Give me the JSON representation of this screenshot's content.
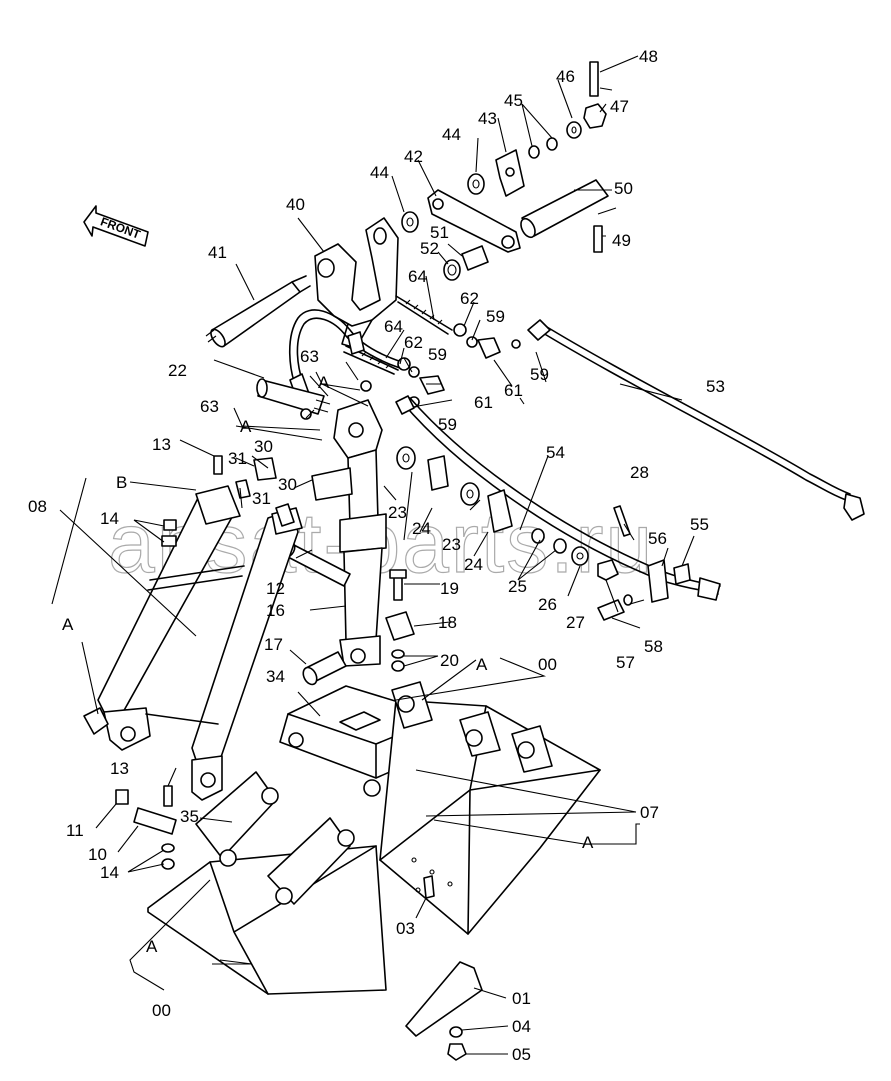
{
  "watermark": "ansat-parts.ru",
  "front_arrow": "FRONT",
  "labels": {
    "p00a": "00",
    "p00b": "00",
    "p01": "01",
    "p03": "03",
    "p04": "04",
    "p05": "05",
    "p07": "07",
    "p08": "08",
    "p10": "10",
    "p11": "11",
    "p12": "12",
    "p13a": "13",
    "p13b": "13",
    "p14a": "14",
    "p14b": "14",
    "p16": "16",
    "p17": "17",
    "p18": "18",
    "p19": "19",
    "p20": "20",
    "p22": "22",
    "p23a": "23",
    "p23b": "23",
    "p24a": "24",
    "p24b": "24",
    "p25": "25",
    "p26": "26",
    "p27": "27",
    "p28": "28",
    "p30a": "30",
    "p30b": "30",
    "p31a": "31",
    "p31b": "31",
    "p34": "34",
    "p35": "35",
    "p40": "40",
    "p41": "41",
    "p42": "42",
    "p43": "43",
    "p44a": "44",
    "p44b": "44",
    "p45": "45",
    "p46": "46",
    "p47": "47",
    "p48": "48",
    "p49": "49",
    "p50": "50",
    "p51": "51",
    "p52": "52",
    "p53": "53",
    "p54": "54",
    "p55": "55",
    "p56": "56",
    "p57": "57",
    "p58": "58",
    "p59a": "59",
    "p59b": "59",
    "p59c": "59",
    "p59d": "59",
    "p61a": "61",
    "p61b": "61",
    "p62a": "62",
    "p62b": "62",
    "p63a": "63",
    "p63b": "63",
    "p64a": "64",
    "p64b": "64",
    "A1": "A",
    "A2": "A",
    "A3": "A",
    "A4": "A",
    "A5": "A",
    "A6": "A",
    "B": "B"
  }
}
